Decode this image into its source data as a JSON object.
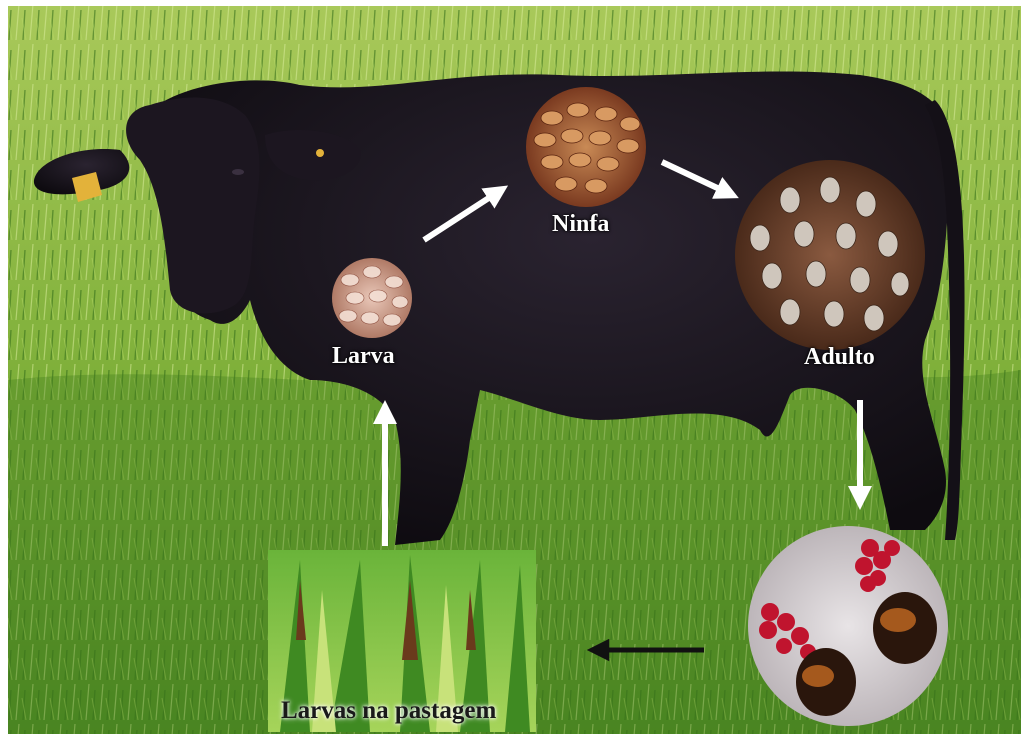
{
  "stages": {
    "larva": "Larva",
    "ninfa": "Ninfa",
    "adulto": "Adulto",
    "pastagem": "Larvas na pastagem"
  },
  "colors": {
    "grass_light": "#8fbf3a",
    "grass_dark": "#3f7a1e",
    "cow_body": "#16121a",
    "arrow_white": "#ffffff",
    "arrow_black": "#111111",
    "tick_brown": "#8a4a2a",
    "tick_grey": "#b8b0a8",
    "egg_red": "#c0142e"
  }
}
